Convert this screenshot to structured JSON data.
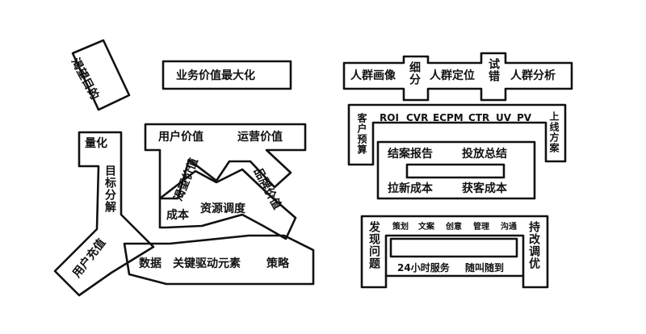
{
  "left_glyph": {
    "top_note": "渴望目的",
    "top_box": "业务价值最大化",
    "left_col_top": "量化",
    "left_col_mid": "目标分解",
    "bottom_left": "用户充值",
    "bottom_mid1": "数据",
    "bottom_mid2": "关键驱动元素",
    "bottom_mid3": "策略",
    "top_right_box_left": "用户价值",
    "top_right_box_right": "运营价值",
    "diag1": "渴望价值",
    "diag2": "品牌价值",
    "base1": "成本",
    "base2": "资源调度"
  },
  "right_glyph": {
    "top_row": [
      "人群画像",
      "细分",
      "人群定位",
      "试错",
      "人群分析"
    ],
    "mid_left_vertical": "客户预算",
    "metrics": [
      "ROI",
      "CVR",
      "ECPM",
      "CTR",
      "UV",
      "PV"
    ],
    "mid_right_vertical": "上线方案",
    "inner_box_top_left": "结案报告",
    "inner_box_top_right": "投放总结",
    "inner_box_bottom_left": "拉新成本",
    "inner_box_bottom_right": "获客成本",
    "bottom_left_vertical": "发现问题",
    "bottom_tags": [
      "策划",
      "文案",
      "创意",
      "管理",
      "沟通"
    ],
    "bottom_right_vertical": "持改调优",
    "bottom_line_left": "24小时服务",
    "bottom_line_right": "随叫随到"
  }
}
